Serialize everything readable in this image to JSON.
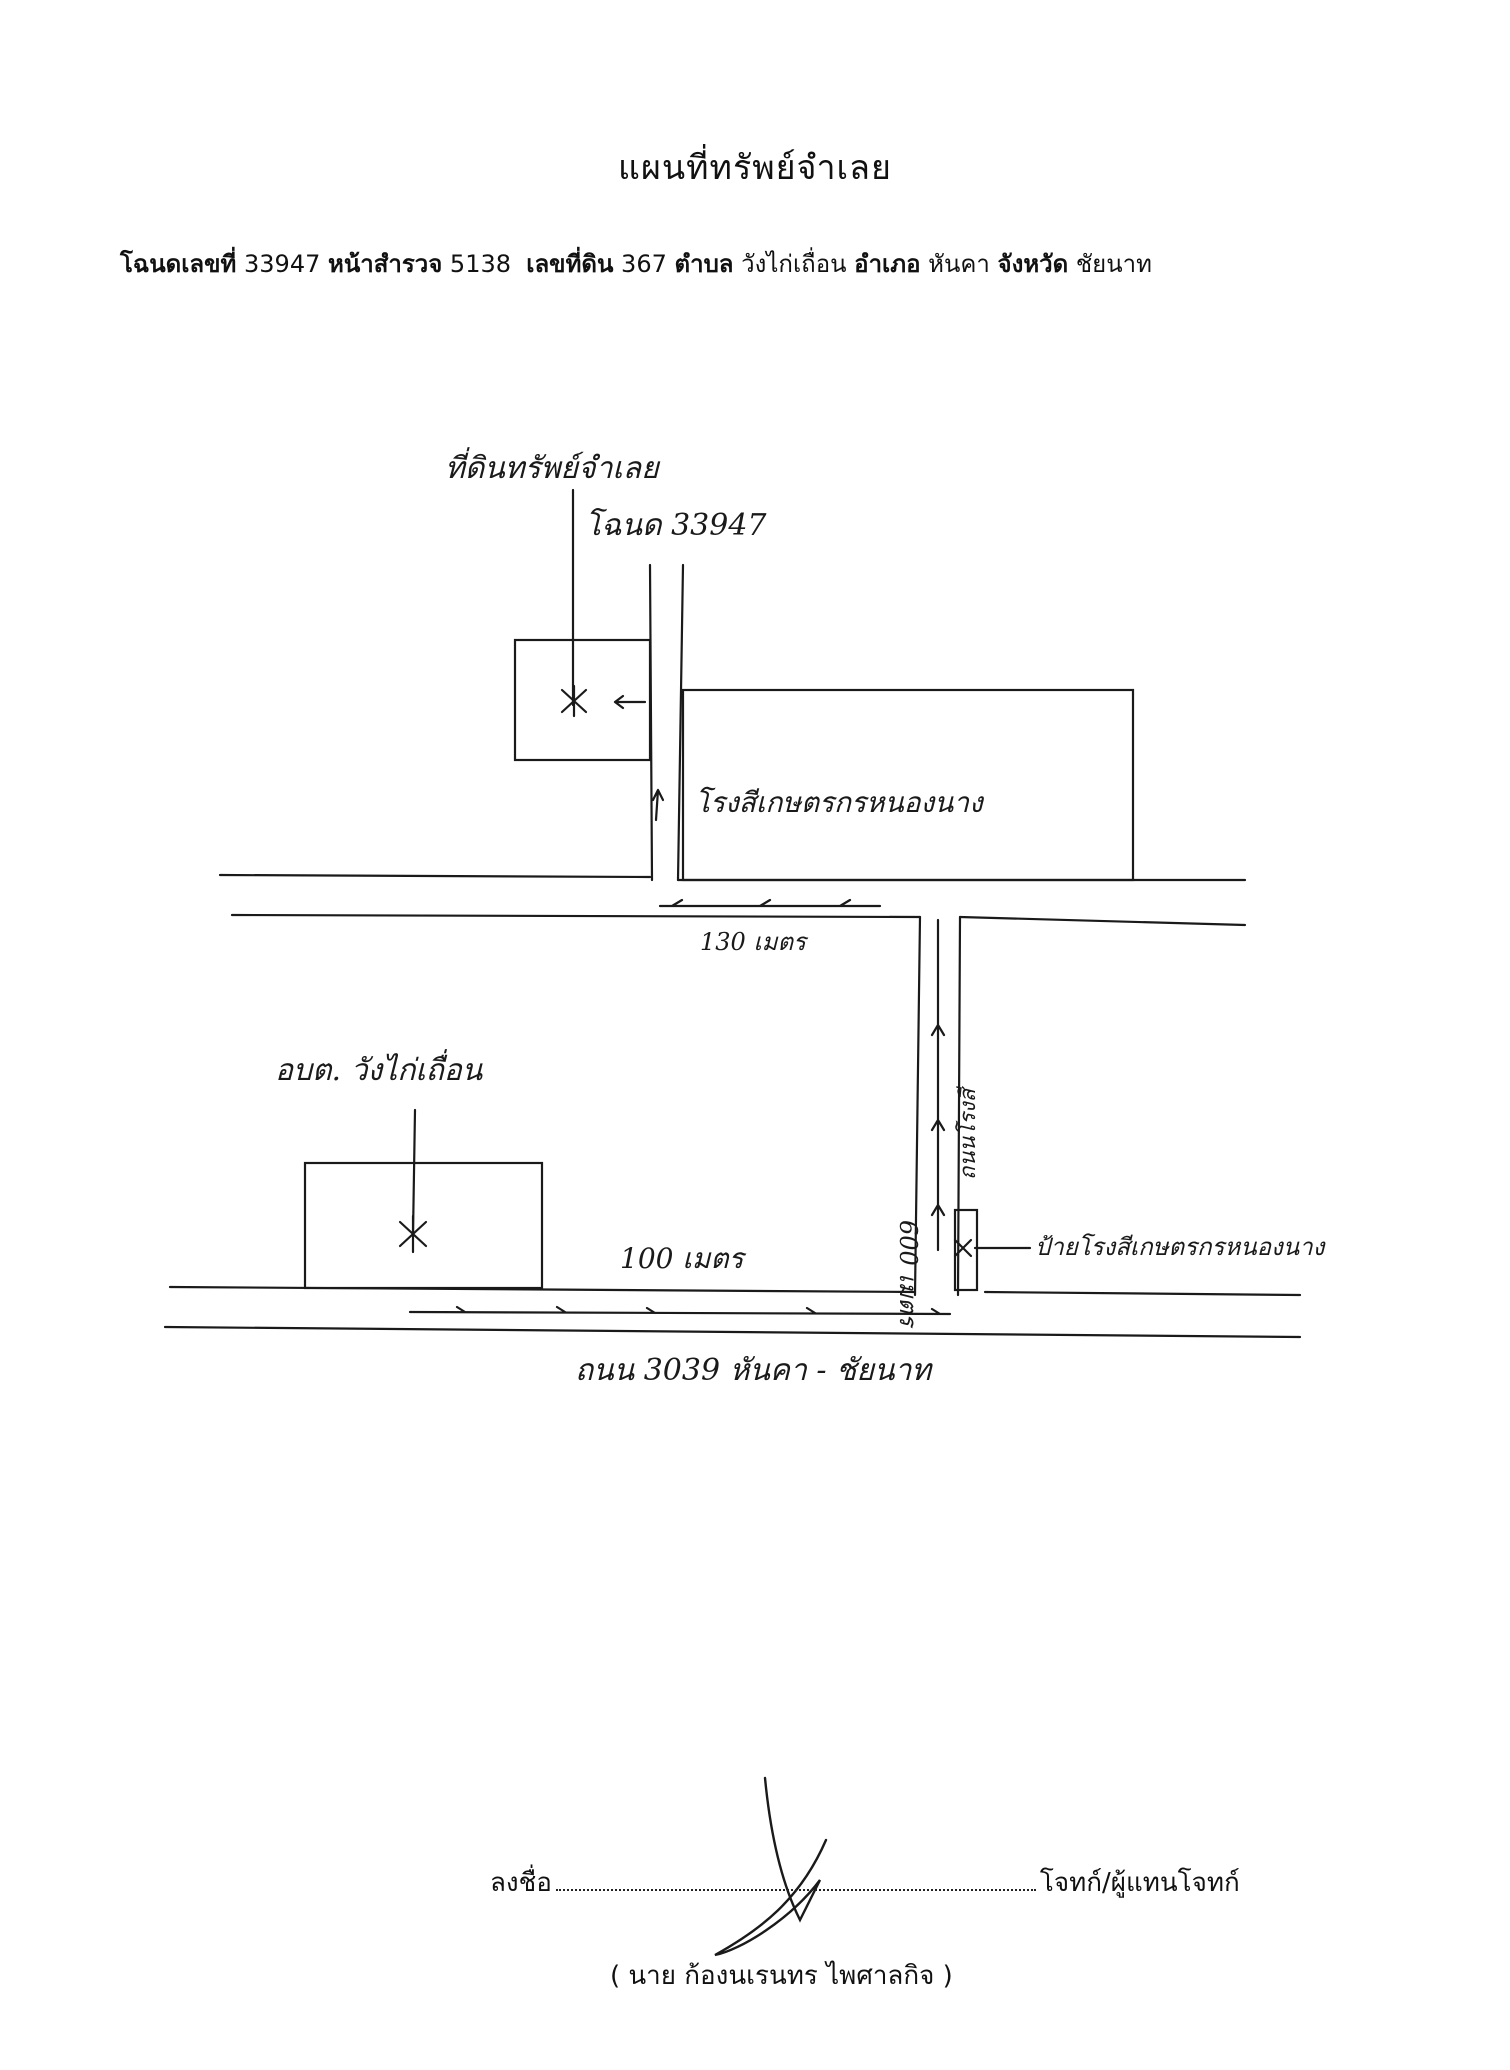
{
  "document": {
    "title": "แผนที่ทรัพย์จำเลย",
    "deed_line": {
      "deed_label": "โฉนดเลขที่",
      "deed_no": "33947",
      "survey_label": "หน้าสำรวจ",
      "survey_no": "5138",
      "land_label": "เลขที่ดิน",
      "land_no": "367",
      "subdistrict_label": "ตำบล",
      "subdistrict": "วังไก่เถื่อน",
      "district_label": "อำเภอ",
      "district": "หันคา",
      "province_label": "จังหวัด",
      "province": "ชัยนาท"
    }
  },
  "map": {
    "handwritten": {
      "property_label": "ที่ดินทรัพย์จำเลย",
      "deed_ref": "โฉนด 33947",
      "factory_top": "โรงสีเกษตรกรหนองนาง",
      "distance_top": "130 เมตร",
      "school_label": "อบต. วังไก่เถื่อน",
      "distance_vertical": "600 เมตร",
      "road_side_label": "ถนนโรงสี",
      "factory_sign_label": "ป้ายโรงสีเกษตรกรหนองนาง",
      "distance_bottom": "100 เมตร",
      "highway_label": "ถนน 3039 หันคา - ชัยนาท"
    }
  },
  "signature": {
    "sign_label": "ลงชื่อ",
    "role_label": "โจทก์/ผู้แทนโจทก์",
    "signer_name": "( นาย ก้องนเรนทร ไพศาลกิจ )"
  }
}
